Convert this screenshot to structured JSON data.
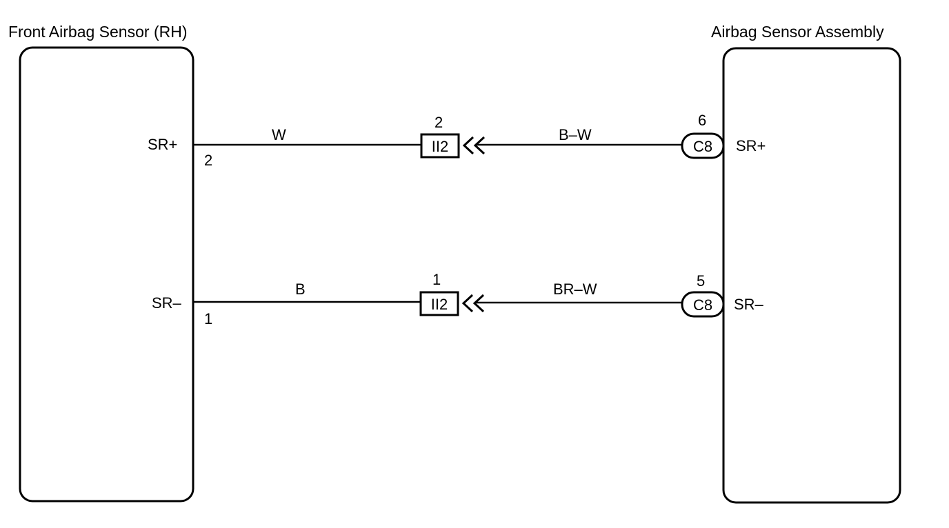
{
  "components": {
    "left": {
      "title": "Front Airbag Sensor (RH)"
    },
    "right": {
      "title": "Airbag Sensor Assembly"
    }
  },
  "circuits": [
    {
      "left_terminal": "SR+",
      "left_pin": "2",
      "wire_left_color": "W",
      "junction_connector": "II2",
      "junction_pin": "2",
      "wire_right_color": "B–W",
      "right_connector": "C8",
      "right_pin": "6",
      "right_terminal": "SR+"
    },
    {
      "left_terminal": "SR–",
      "left_pin": "1",
      "wire_left_color": "B",
      "junction_connector": "II2",
      "junction_pin": "1",
      "wire_right_color": "BR–W",
      "right_connector": "C8",
      "right_pin": "5",
      "right_terminal": "SR–"
    }
  ],
  "colors": {
    "line": "#000000",
    "background": "#ffffff"
  }
}
